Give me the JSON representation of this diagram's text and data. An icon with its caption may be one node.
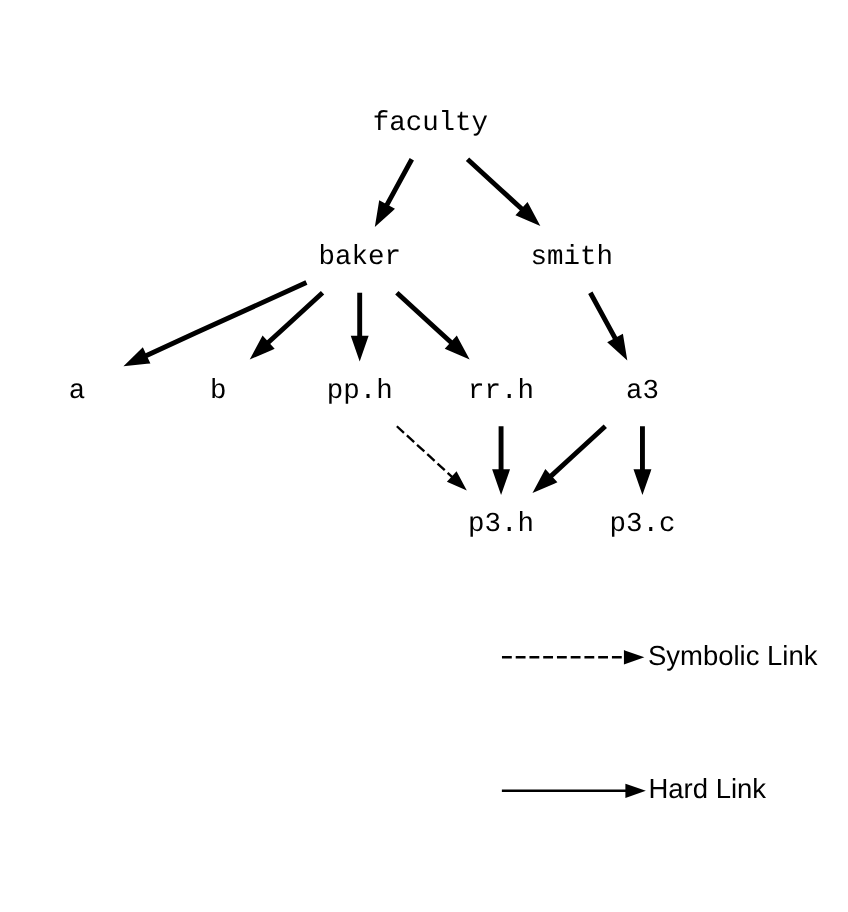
{
  "diagram": {
    "nodes": [
      {
        "text": [
          "faculty"
        ]
      },
      {
        "text": [
          "baker"
        ]
      },
      {
        "text": [
          "smith"
        ]
      },
      {
        "text": [
          "a"
        ]
      },
      {
        "text": [
          "b"
        ]
      },
      {
        "text": [
          "pp.h"
        ]
      },
      {
        "text": [
          "rr.h"
        ]
      },
      {
        "text": [
          "a3"
        ]
      },
      {
        "text": [
          "p3.h"
        ]
      },
      {
        "text": [
          "p3.c"
        ]
      }
    ],
    "edges": [
      {
        "from": 0,
        "to": 1,
        "arrow": "to"
      },
      {
        "from": 0,
        "to": 2,
        "arrow": "to"
      },
      {
        "from": 1,
        "to": 3,
        "arrow": "to"
      },
      {
        "from": 1,
        "to": 4,
        "arrow": "to"
      },
      {
        "from": 1,
        "to": 5,
        "arrow": "to"
      },
      {
        "from": 1,
        "to": 6,
        "arrow": "to"
      },
      {
        "from": 2,
        "to": 7,
        "arrow": "to"
      },
      {
        "from": 7,
        "to": 8,
        "arrow": "to"
      },
      {
        "from": 7,
        "to": 9,
        "arrow": "to"
      },
      {
        "from": 5,
        "to": 8,
        "arrow": "to",
        "style": "dashed"
      },
      {
        "from": 6,
        "to": 8,
        "arrow": "to"
      }
    ],
    "legend": [
      {
        "text": "Symbolic Link"
      },
      {
        "text": "Hard Link"
      }
    ]
  }
}
